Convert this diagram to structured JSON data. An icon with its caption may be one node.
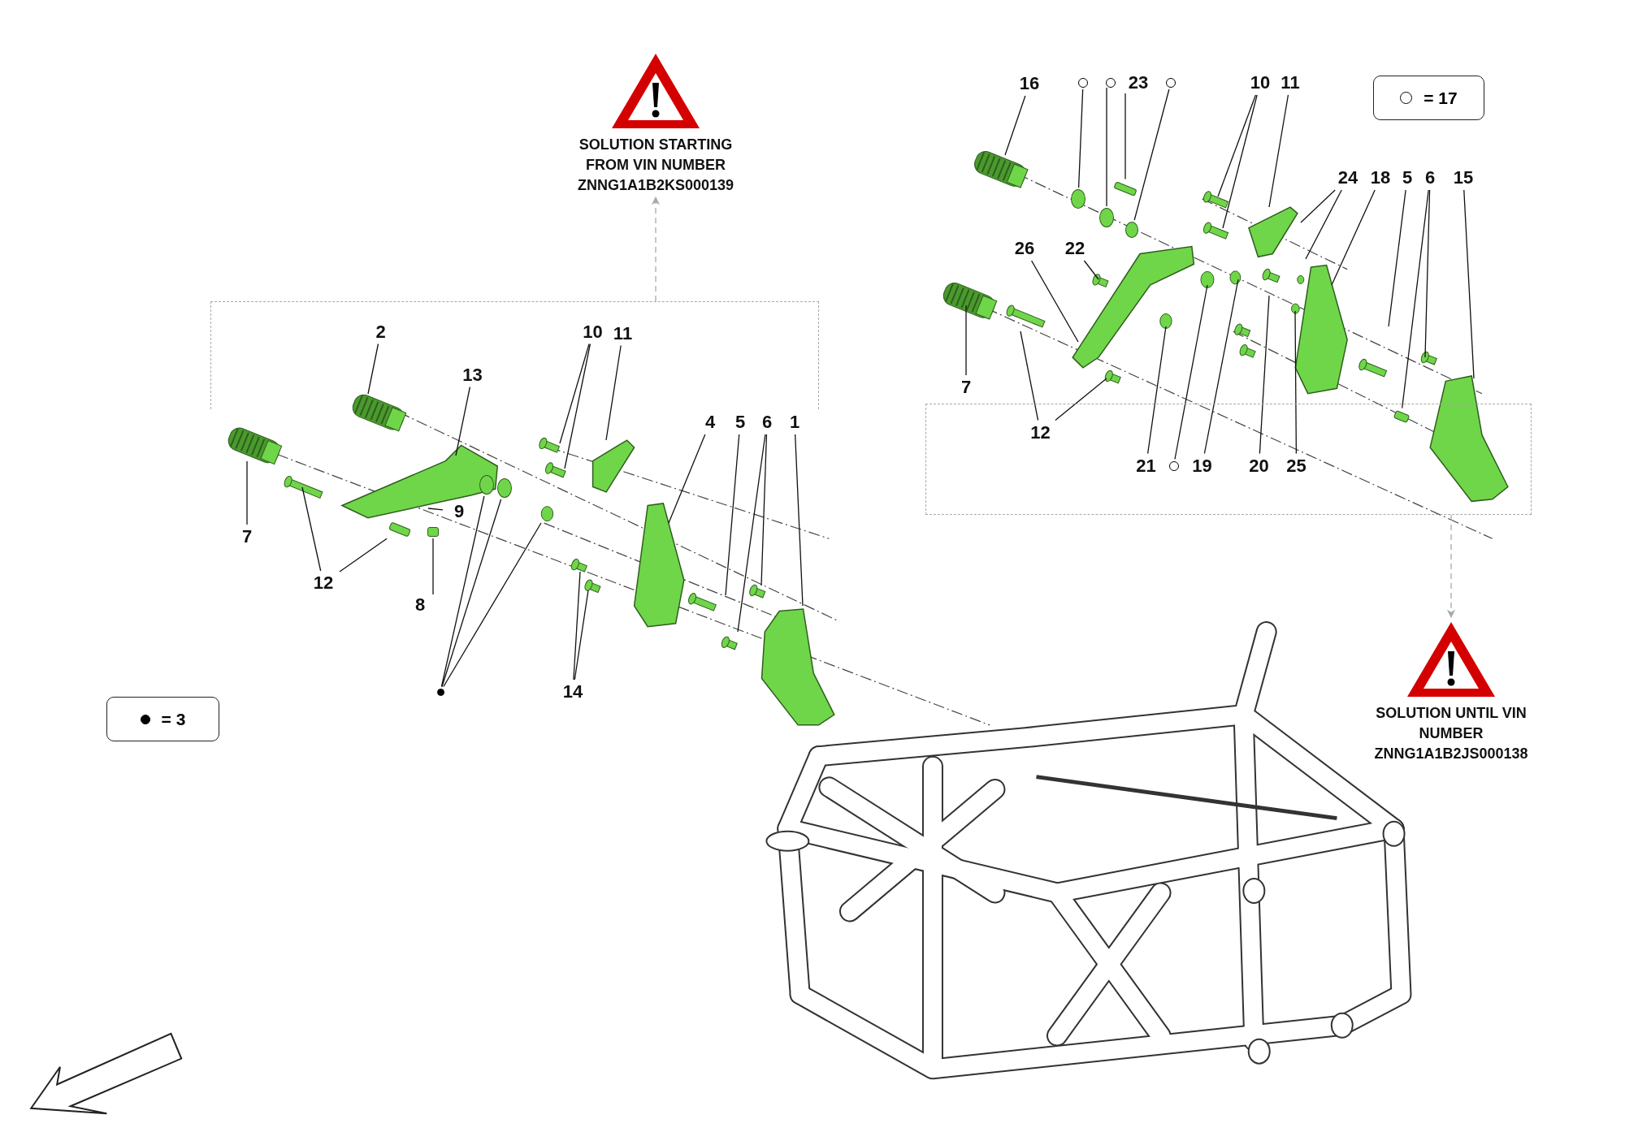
{
  "diagram": {
    "nodes": [
      {
        "text": [
          "SOLUTION STARTING FROM VIN NUMBER ZNNG1A1B2KS000139"
        ]
      },
      {
        "text": [],
        "shape": "bracket"
      },
      {
        "text": [
          "SOLUTION UNTIL VIN NUMBER ZNNG1A1B2JS000138"
        ]
      },
      {
        "text": [],
        "shape": "box"
      },
      {
        "text": [
          "16"
        ]
      },
      {
        "text": [],
        "shape": "circle"
      },
      {
        "text": [],
        "shape": "circle"
      },
      {
        "text": [
          "23"
        ]
      },
      {
        "text": [],
        "shape": "circle"
      },
      {
        "text": [
          "10"
        ]
      },
      {
        "text": [
          "11"
        ]
      },
      {
        "text": [
          "24"
        ]
      },
      {
        "text": [
          "18"
        ]
      },
      {
        "text": [
          "5"
        ]
      },
      {
        "text": [
          "6"
        ]
      },
      {
        "text": [
          "15"
        ]
      },
      {
        "text": [
          "26"
        ]
      },
      {
        "text": [
          "22"
        ]
      },
      {
        "text": [
          "2"
        ],
        "in": 1
      },
      {
        "text": [
          "10"
        ],
        "in": 1
      },
      {
        "text": [
          "11"
        ],
        "in": 1
      },
      {
        "text": [
          "13"
        ],
        "in": 1
      },
      {
        "text": [
          "7"
        ]
      },
      {
        "text": [
          "4"
        ]
      },
      {
        "text": [
          "5"
        ]
      },
      {
        "text": [
          "6"
        ]
      },
      {
        "text": [
          "1"
        ]
      },
      {
        "text": [
          "12"
        ],
        "in": 3
      },
      {
        "text": [
          "21"
        ],
        "in": 3
      },
      {
        "text": [],
        "shape": "circle",
        "in": 3
      },
      {
        "text": [
          "19"
        ],
        "in": 3
      },
      {
        "text": [
          "20"
        ],
        "in": 3
      },
      {
        "text": [
          "25"
        ],
        "in": 3
      },
      {
        "text": [
          "9"
        ]
      },
      {
        "text": [
          "7"
        ]
      },
      {
        "text": [
          "12"
        ]
      },
      {
        "text": [
          "8"
        ]
      },
      {
        "text": [],
        "shape": "dot"
      },
      {
        "text": [
          "14"
        ]
      },
      {
        "text": [],
        "shape": "circle"
      },
      {
        "text": [],
        "shape": "circle"
      },
      {
        "text": [],
        "shape": "box"
      },
      {
        "text": [],
        "shape": "circle"
      },
      {
        "text": [],
        "shape": "circle"
      },
      {
        "text": [],
        "shape": "circle"
      },
      {
        "text": [],
        "shape": "box"
      },
      {
        "text": [],
        "shape": "box",
        "in": 3
      },
      {
        "text": [],
        "shape": "box"
      }
    ],
    "edges": [
      {
        "from": 4,
        "to": null,
        "arrow": "none"
      },
      {
        "from": 5,
        "to": 39,
        "arrow": "none"
      },
      {
        "from": 6,
        "to": 40,
        "arrow": "none"
      },
      {
        "from": 7,
        "to": 45,
        "arrow": "none"
      },
      {
        "from": 8,
        "to": 44,
        "arrow": "none"
      },
      {
        "from": 9,
        "to": null,
        "arrow": "none"
      },
      {
        "from": 9,
        "to": null,
        "arrow": "none"
      },
      {
        "from": 10,
        "to": null,
        "arrow": "none"
      },
      {
        "from": 11,
        "to": null,
        "arrow": "none"
      },
      {
        "from": 11,
        "to": null,
        "arrow": "none"
      },
      {
        "from": 12,
        "to": null,
        "arrow": "none"
      },
      {
        "from": 13,
        "to": null,
        "arrow": "none"
      },
      {
        "from": 14,
        "to": null,
        "arrow": "none"
      },
      {
        "from": 14,
        "to": 46,
        "arrow": "none"
      },
      {
        "from": 15,
        "to": null,
        "arrow": "none"
      },
      {
        "from": 16,
        "to": null,
        "arrow": "none"
      },
      {
        "from": 17,
        "to": null,
        "arrow": "none"
      },
      {
        "from": 18,
        "to": null,
        "arrow": "none"
      },
      {
        "from": 19,
        "to": null,
        "arrow": "none"
      },
      {
        "from": 19,
        "to": null,
        "arrow": "none"
      },
      {
        "from": 20,
        "to": null,
        "arrow": "none"
      },
      {
        "from": 21,
        "to": null,
        "arrow": "none"
      },
      {
        "from": 22,
        "to": null,
        "arrow": "none"
      },
      {
        "from": 23,
        "to": null,
        "arrow": "none"
      },
      {
        "from": 24,
        "to": null,
        "arrow": "none"
      },
      {
        "from": 25,
        "to": null,
        "arrow": "none"
      },
      {
        "from": 25,
        "to": null,
        "arrow": "none"
      },
      {
        "from": 26,
        "to": null,
        "arrow": "none"
      },
      {
        "from": 27,
        "to": null,
        "arrow": "none"
      },
      {
        "from": 27,
        "to": null,
        "arrow": "none"
      },
      {
        "from": 28,
        "to": null,
        "arrow": "none"
      },
      {
        "from": 29,
        "to": null,
        "arrow": "none"
      },
      {
        "from": 30,
        "to": null,
        "arrow": "none"
      },
      {
        "from": 31,
        "to": null,
        "arrow": "none"
      },
      {
        "from": 32,
        "to": null,
        "arrow": "none"
      },
      {
        "from": 33,
        "to": null,
        "arrow": "none"
      },
      {
        "from": 34,
        "to": null,
        "arrow": "none"
      },
      {
        "from": 35,
        "to": null,
        "arrow": "none"
      },
      {
        "from": 35,
        "to": 47,
        "arrow": "none"
      },
      {
        "from": 36,
        "to": 41,
        "arrow": "none"
      },
      {
        "from": 37,
        "to": 42,
        "arrow": "none"
      },
      {
        "from": 37,
        "to": 43,
        "arrow": "none"
      },
      {
        "from": 37,
        "to": null,
        "arrow": "none"
      },
      {
        "from": 38,
        "to": null,
        "arrow": "none"
      },
      {
        "from": 38,
        "to": null,
        "arrow": "none"
      },
      {
        "from": 1,
        "to": 0,
        "arrow": "to",
        "style": "dashed",
        "color": "#a8a8a8"
      },
      {
        "from": 3,
        "to": 2,
        "arrow": "to",
        "style": "dashed",
        "color": "#a8a8a8"
      }
    ],
    "legend": [
      {
        "text": "= 3"
      },
      {
        "text": "= 17"
      }
    ]
  }
}
